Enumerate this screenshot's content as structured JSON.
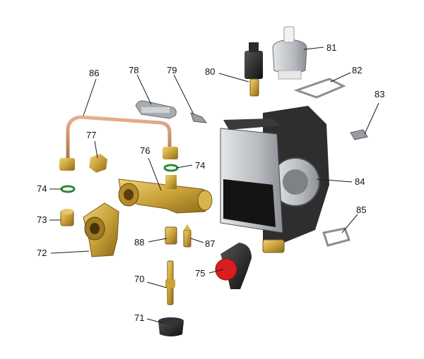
{
  "diagram": {
    "colors": {
      "brass": "#c9a23a",
      "brass_dark": "#8a6a1a",
      "black": "#1b1b1b",
      "grey": "#9a9a9a",
      "steel": "#b8bcc0",
      "copper": "#c98a68",
      "green": "#2a8a3a",
      "red": "#d81e1e"
    },
    "labels": {
      "p70": "70",
      "p71": "71",
      "p72": "72",
      "p73": "73",
      "p74a": "74",
      "p74b": "74",
      "p75": "75",
      "p76": "76",
      "p77": "77",
      "p78": "78",
      "p79": "79",
      "p80": "80",
      "p81": "81",
      "p82": "82",
      "p83": "83",
      "p84": "84",
      "p85": "85",
      "p86": "86",
      "p87": "87",
      "p88": "88"
    }
  }
}
